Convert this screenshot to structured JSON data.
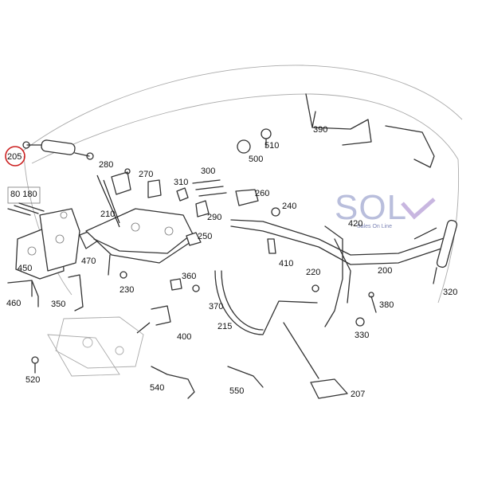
{
  "labels": {
    "p205": "205",
    "p80_180": "80 180",
    "p280": "280",
    "p270": "270",
    "p210": "210",
    "p300": "300",
    "p310": "310",
    "p290": "290",
    "p250": "250",
    "p260": "260",
    "p240": "240",
    "p510": "510",
    "p500": "500",
    "p390": "390",
    "p420": "420",
    "p410": "410",
    "p220": "220",
    "p200": "200",
    "p320": "320",
    "p380": "380",
    "p330": "330",
    "p450": "450",
    "p470": "470",
    "p460": "460",
    "p350": "350",
    "p230": "230",
    "p360": "360",
    "p370": "370",
    "p215": "215",
    "p400": "400",
    "p520": "520",
    "p540": "540",
    "p550": "550",
    "p207": "207"
  },
  "logo": {
    "main": "SOL",
    "sub": "Sales On Line"
  },
  "colors": {
    "highlight_circle": "#cc2222",
    "logo": "#b9bedc"
  }
}
